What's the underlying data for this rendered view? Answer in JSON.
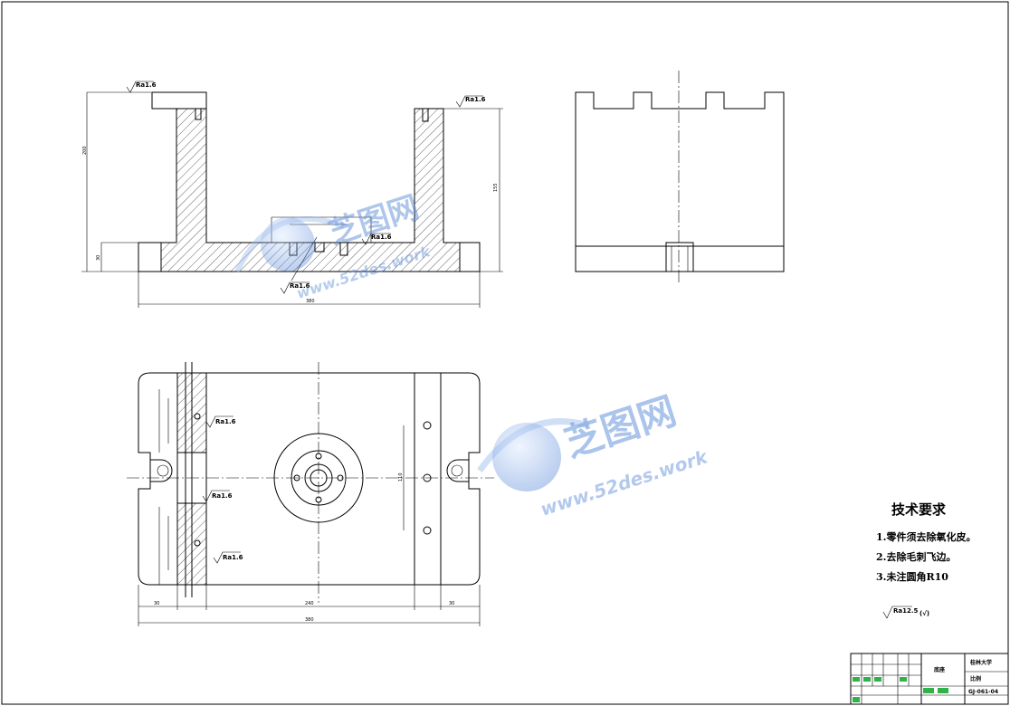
{
  "technical_requirements": {
    "title": "技术要求",
    "items": [
      "1.零件须去除氧化皮。",
      "2.去除毛刺飞边。",
      "3.未注圆角R10"
    ],
    "general_roughness": "Ra12.5",
    "general_roughness_suffix": "(√)"
  },
  "roughness_marks": {
    "front_top_left": "Ra1.6",
    "front_top_right": "Ra1.6",
    "front_center": "Ra1.6",
    "front_bottom": "Ra1.6",
    "plan_upper": "Ra1.6",
    "plan_middle": "Ra1.6",
    "plan_lower": "Ra1.6"
  },
  "dimensions": {
    "front_overall_width": "380",
    "front_height_left": "200",
    "front_height_right": "155",
    "front_base_height": "30",
    "plan_overall_width": "380",
    "plan_inner_width": "240",
    "plan_side_left": "30",
    "plan_side_right": "30",
    "plan_hole_spacing": "110"
  },
  "title_block": {
    "school": "桂林大学",
    "drawing_no": "GJ-061-04",
    "part_name": "底座",
    "scale_label": "比例"
  },
  "watermark": {
    "brand_cn": "芝图网",
    "url": "www.52des.work"
  }
}
